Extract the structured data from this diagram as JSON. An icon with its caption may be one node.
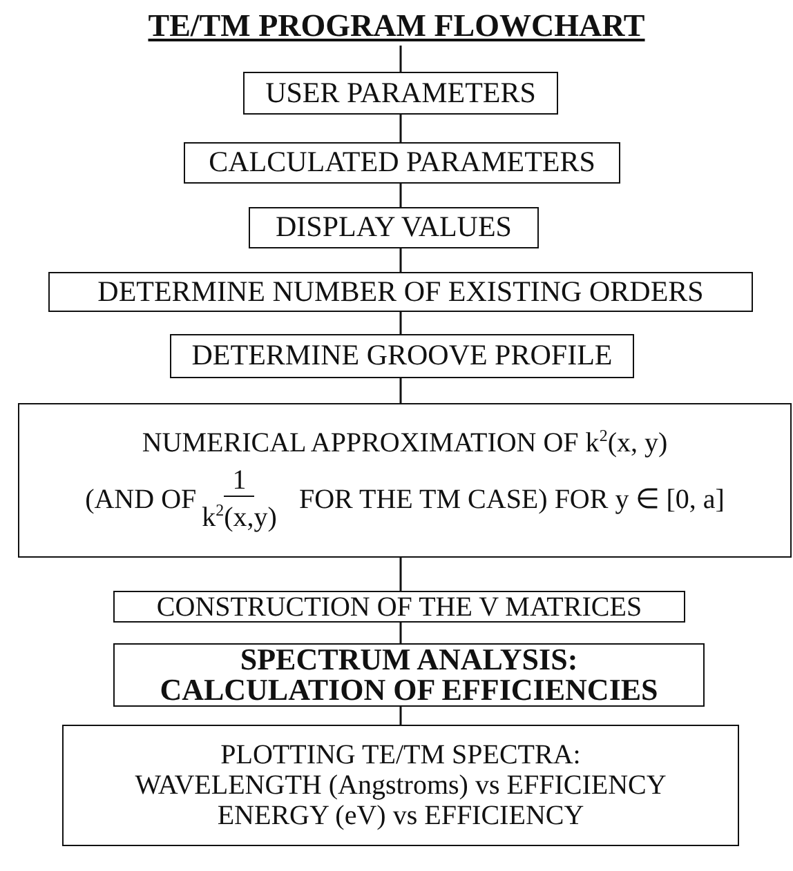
{
  "diagram": {
    "title": "TE/TM PROGRAM FLOWCHART",
    "nodes": [
      {
        "text": [
          "USER PARAMETERS"
        ]
      },
      {
        "text": [
          "CALCULATED PARAMETERS"
        ]
      },
      {
        "text": [
          "DISPLAY VALUES"
        ]
      },
      {
        "text": [
          "DETERMINE NUMBER OF EXISTING ORDERS"
        ]
      },
      {
        "text": [
          "DETERMINE GROOVE PROFILE"
        ]
      },
      {
        "text": [
          "NUMERICAL APPROXIMATION OF k$^{2}$(x, y)",
          "(AND OF",
          "1",
          "k$^{2}$(x,y)",
          "FOR THE TM CASE) FOR y ∈ [0, a]"
        ]
      },
      {
        "text": [
          "CONSTRUCTION OF THE V MATRICES"
        ]
      },
      {
        "text": [
          "SPECTRUM ANALYSIS: CALCULATION OF EFFICIENCIES"
        ]
      },
      {
        "text": [
          "PLOTTING TE/TM SPECTRA:",
          "WAVELENGTH (Angstroms) vs EFFICIENCY",
          "ENERGY (eV) vs EFFICIENCY"
        ]
      }
    ],
    "edges": [
      {
        "from": null,
        "to": 0,
        "arrow": "none"
      },
      {
        "from": 0,
        "to": 1,
        "arrow": "none"
      },
      {
        "from": 1,
        "to": 2,
        "arrow": "none"
      },
      {
        "from": 2,
        "to": 3,
        "arrow": "none"
      },
      {
        "from": 3,
        "to": 4,
        "arrow": "none"
      },
      {
        "from": 4,
        "to": 5,
        "arrow": "none"
      },
      {
        "from": 5,
        "to": 6,
        "arrow": "none"
      },
      {
        "from": 6,
        "to": 7,
        "arrow": "none"
      },
      {
        "from": 7,
        "to": 8,
        "arrow": "none"
      }
    ]
  }
}
